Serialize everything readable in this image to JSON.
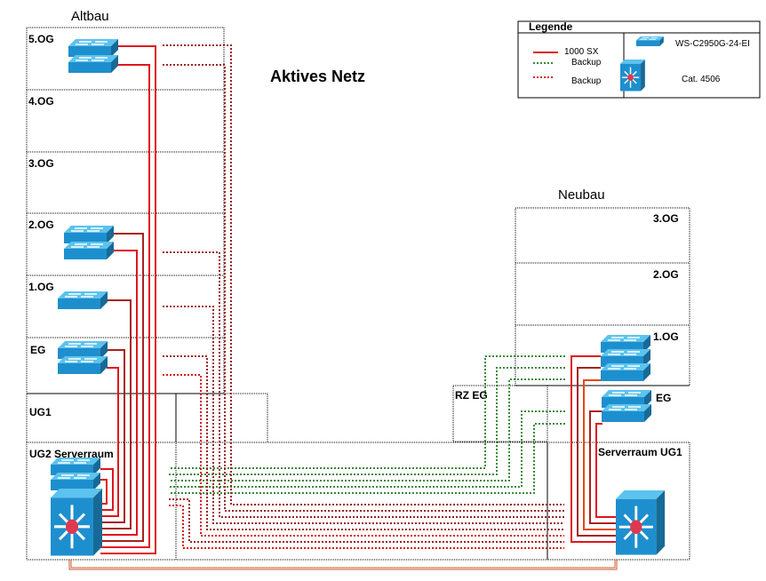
{
  "title": "Aktives Netz",
  "colors": {
    "fiber": "#e0141c",
    "fiber_dark": "#a8201f",
    "fiber_orange": "#e8470f",
    "backup_green": "#3c8a3c",
    "backup_red": "#d81a1a",
    "backup_darkred": "#9e2424",
    "device_blue": "#1e8fce",
    "device_dark": "#176a96",
    "core_dot": "#e0384e",
    "link_bottom": "#c8582c"
  },
  "legend": {
    "title": "Legende",
    "items": [
      {
        "label": "1000 SX",
        "style": "solid-red"
      },
      {
        "label": "Backup",
        "style": "dotted-green"
      },
      {
        "label": "Backup",
        "style": "dotted-red"
      }
    ],
    "devices": [
      {
        "label": "WS-C2950G-24-EI",
        "icon": "switch-icon"
      },
      {
        "label": "Cat. 4506",
        "icon": "core-switch-icon"
      }
    ]
  },
  "buildings": {
    "altbau": {
      "name": "Altbau",
      "floors": [
        "5.OG",
        "4.OG",
        "3.OG",
        "2.OG",
        "1.OG",
        "EG",
        "UG1",
        "UG2 Serverraum"
      ]
    },
    "neubau": {
      "name": "Neubau",
      "floors": [
        "3.OG",
        "2.OG",
        "1.OG",
        "EG",
        "Serverraum UG1"
      ],
      "rz": "RZ EG"
    }
  }
}
